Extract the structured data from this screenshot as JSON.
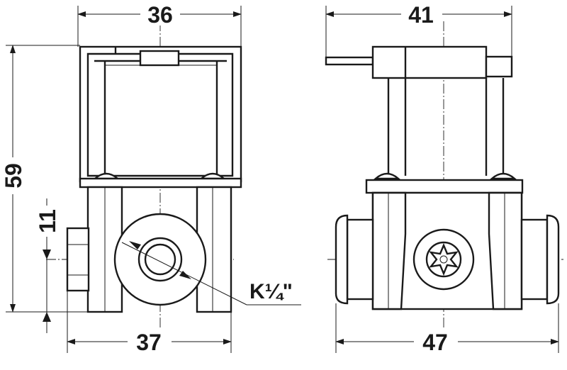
{
  "dimensions": {
    "front_top_width": "36",
    "front_height": "59",
    "front_port_offset": "11",
    "front_bottom_width": "37",
    "thread_callout": "K¼\"",
    "side_top_width": "41",
    "side_bottom_width": "47"
  },
  "colors": {
    "line": "#1a1a1a",
    "background": "#ffffff"
  }
}
